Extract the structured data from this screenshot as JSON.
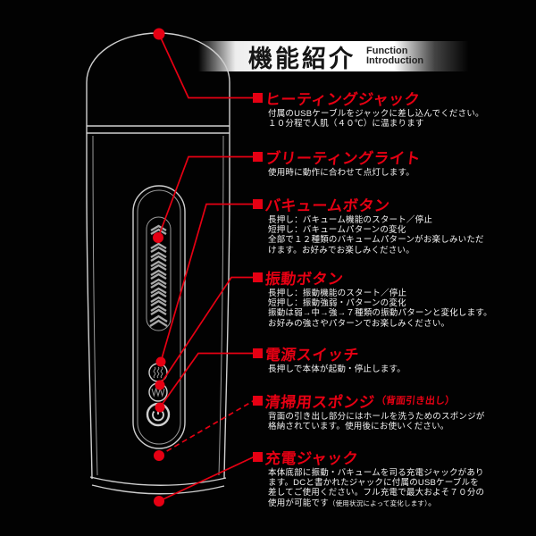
{
  "colors": {
    "red": "#e60013",
    "text": "#f2f2f2",
    "outline": "#cfcfcf",
    "chevron": "#a8a8a8",
    "banner_text": "#161616"
  },
  "banner": {
    "title": "機能紹介",
    "subtitle_line1": "Function",
    "subtitle_line2": "Introduction"
  },
  "features": [
    {
      "title": "ヒーティングジャック",
      "lines": [
        "付属のUSBケーブルをジャックに差し込んでください。",
        "１０分程で人肌（４０℃）に温まります"
      ]
    },
    {
      "title": "ブリーティングライト",
      "lines": [
        "使用時に動作に合わせて点灯します。"
      ]
    },
    {
      "title": "バキュームボタン",
      "lines": [
        "長押し：バキューム機能のスタート／停止",
        "短押し：バキュームパターンの変化",
        "全部で１２種類のバキュームパターンがお楽しみいただ",
        "けます。お好みでお楽しみください。"
      ]
    },
    {
      "title": "振動ボタン",
      "lines": [
        "長押し：振動機能のスタート／停止",
        "短押し：振動強弱・パターンの変化",
        "振動は弱→中→強→７種類の振動パターンと変化します。",
        "お好みの強さやパターンでお楽しみください。"
      ]
    },
    {
      "title": "電源スイッチ",
      "lines": [
        "長押しで本体が起動・停止します。"
      ]
    },
    {
      "title": "清掃用スポンジ",
      "note": "（背面引き出し）",
      "lines": [
        "背面の引き出し部分にはホールを洗うためのスポンジが",
        "格納されています。使用後にお使いください。"
      ]
    },
    {
      "title": "充電ジャック",
      "lines": [
        "本体底部に振動・バキュームを司る充電ジャックがあり",
        "ます。DCと書かれたジャックに付属のUSBケーブルを",
        "差してご使用ください。フル充電で最大およそ７０分の"
      ],
      "last_main": "使用が可能です",
      "last_note": "（使用状況によって変化します）",
      "last_end": "。"
    }
  ]
}
